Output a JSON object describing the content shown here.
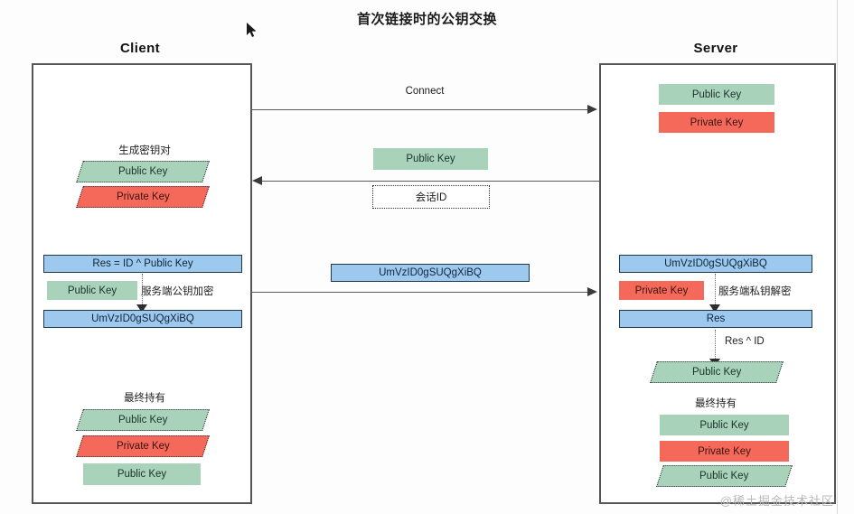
{
  "diagram": {
    "title": "首次链接时的公钥交换",
    "watermark": "@稀土掘金技术社区",
    "colors": {
      "green": "#a8d2ba",
      "red": "#f4695a",
      "blue": "#9dc9ee",
      "border": "#555555",
      "line": "#5a5a5a"
    }
  },
  "actors": {
    "client": {
      "label": "Client"
    },
    "server": {
      "label": "Server"
    }
  },
  "client": {
    "generate_note": "生成密钥对",
    "generated_public_key": "Public Key",
    "generated_private_key": "Private Key",
    "res_expression": "Res = ID ^ Public Key",
    "encrypt_key_chip": "Public Key",
    "encrypt_note": "服务端公钥加密",
    "cipher_text": "UmVzID0gSUQgXiBQ",
    "final_note": "最终持有",
    "final_public_key": "Public Key",
    "final_private_key": "Private Key",
    "final_server_public_key": "Public Key"
  },
  "server": {
    "own_public_key": "Public Key",
    "own_private_key": "Private Key",
    "cipher_text": "UmVzID0gSUQgXiBQ",
    "decrypt_key_chip": "Private Key",
    "decrypt_note": "服务端私钥解密",
    "res_value": "Res",
    "xor_note": "Res ^ ID",
    "recovered_public_key": "Public Key",
    "final_note": "最终持有",
    "final_public_key": "Public Key",
    "final_private_key": "Private Key",
    "final_client_public_key": "Public Key"
  },
  "messages": {
    "connect": "Connect",
    "public_key_down": "Public Key",
    "session_id": "会话ID",
    "cipher_text": "UmVzID0gSUQgXiBQ"
  }
}
